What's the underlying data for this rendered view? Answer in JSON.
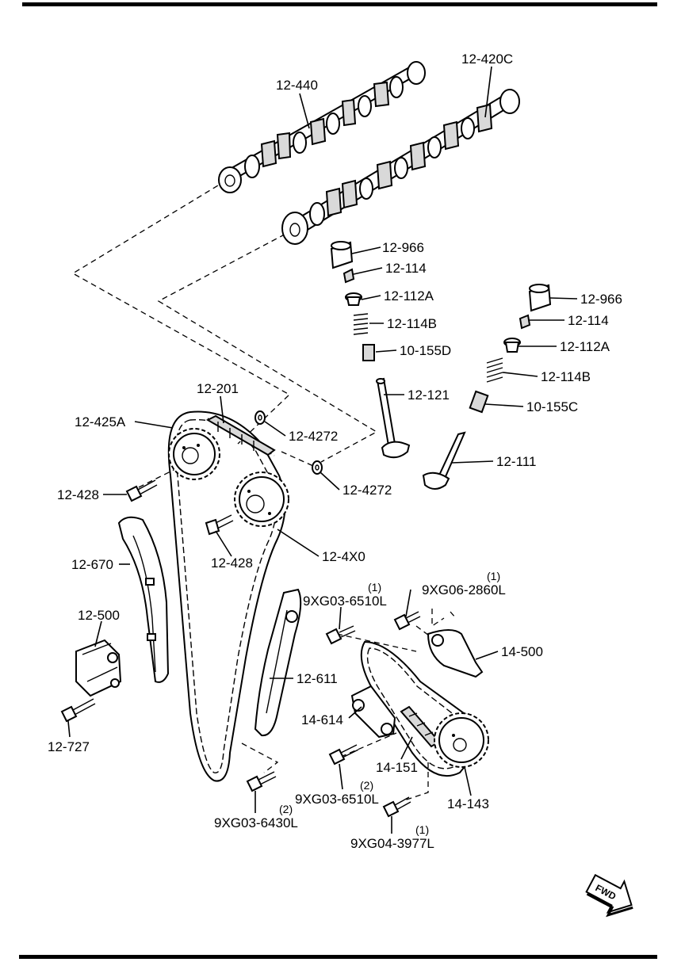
{
  "labels": {
    "camshaft_exhaust": "12-440",
    "camshaft_intake": "12-420C",
    "tappet_1": "12-966",
    "key_1": "12-114",
    "retainer_1": "12-112A",
    "spring_1": "12-114B",
    "seal_1": "10-155D",
    "valve_1": "12-121",
    "tappet_2": "12-966",
    "key_2": "12-114",
    "retainer_2": "12-112A",
    "spring_2": "12-114B",
    "seal_2": "10-155C",
    "valve_2": "12-111",
    "sprocket_exhaust": "12-425A",
    "timing_chain": "12-201",
    "washer_1": "12-4272",
    "washer_2": "12-4272",
    "bolt_sprocket_1": "12-428",
    "bolt_sprocket_2": "12-428",
    "sprocket_intake": "12-4X0",
    "chain_guide": "12-670",
    "tensioner": "12-500",
    "tensioner_bolt": "12-727",
    "tensioner_arm": "12-611",
    "bolt_a": "9XG03-6510L",
    "bolt_a_qty": "(1)",
    "bolt_b": "9XG06-2860L",
    "bolt_b_qty": "(1)",
    "pump_tensioner": "14-500",
    "oil_pump_guide": "14-614",
    "oil_pump_chain": "14-151",
    "oil_pump_sprocket": "14-143",
    "bolt_c": "9XG03-6510L",
    "bolt_c_qty": "(2)",
    "bolt_d": "9XG03-6430L",
    "bolt_d_qty": "(2)",
    "bolt_e": "9XG04-3977L",
    "bolt_e_qty": "(1)"
  },
  "fwd_arrow": {
    "text": "FWD"
  }
}
